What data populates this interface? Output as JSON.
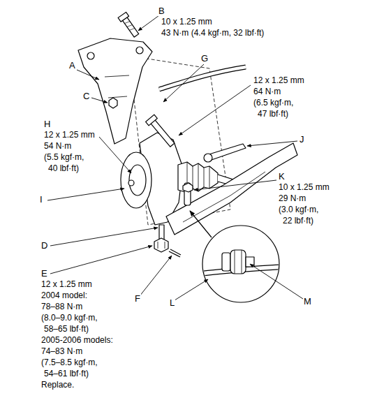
{
  "diagram": {
    "labels": [
      "B",
      "10 x 1.25 mm",
      "43 N·m (4.4 kgf·m, 32 lbf·ft)",
      "A",
      "G",
      "C",
      "12 x 1.25 mm",
      "64 N·m",
      "(6.5 kgf·m,",
      "47 lbf·ft)",
      "H",
      "12 x 1.25 mm",
      "54 N·m",
      "(5.5 kgf·m,",
      "40 lbf·ft)",
      "J",
      "K",
      "10 x 1.25 mm",
      "29 N·m",
      "(3.0 kgf·m,",
      "22 lbf·ft)",
      "I",
      "D",
      "E",
      "12 x 1.25 mm",
      "2004 model:",
      "78–88 N·m",
      "(8.0–9.0 kgf·m,",
      "58–65 lbf·ft)",
      "2005-2006 models:",
      "74–83 N·m",
      "(7.5–8.5 kgf·m,",
      "54–61 lbf·ft)",
      "Replace.",
      "F",
      "L",
      "M"
    ]
  }
}
